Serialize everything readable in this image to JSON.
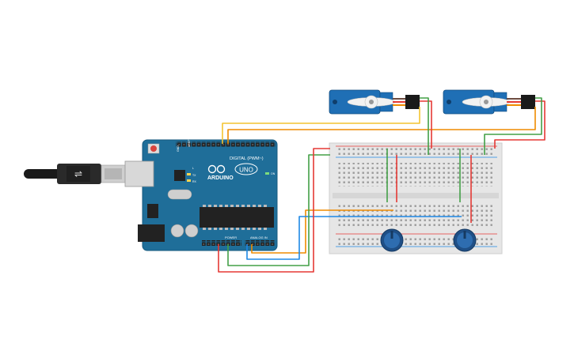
{
  "arduino": {
    "brand": "ARDUINO",
    "model": "UNO",
    "digital_header_label": "DIGITAL (PWM~)",
    "power_label": "POWER",
    "analog_label": "ANALOG IN",
    "aref_label": "AREF",
    "gnd_label": "GND",
    "tx_label": "TX",
    "rx_label": "RX",
    "on_label": "ON",
    "l_label": "L"
  },
  "components": {
    "servos": [
      "servo-1",
      "servo-2"
    ],
    "potentiometers": [
      "potentiometer-1",
      "potentiometer-2"
    ],
    "breadboard": "breadboard",
    "usb_cable": "usb-cable"
  },
  "wire_colors": {
    "red": "#e53935",
    "green": "#43a047",
    "yellow": "#f4c430",
    "orange": "#ef8c00",
    "blue": "#1e88e5",
    "board": "#1f6e99",
    "servo": "#1f6fb5"
  }
}
